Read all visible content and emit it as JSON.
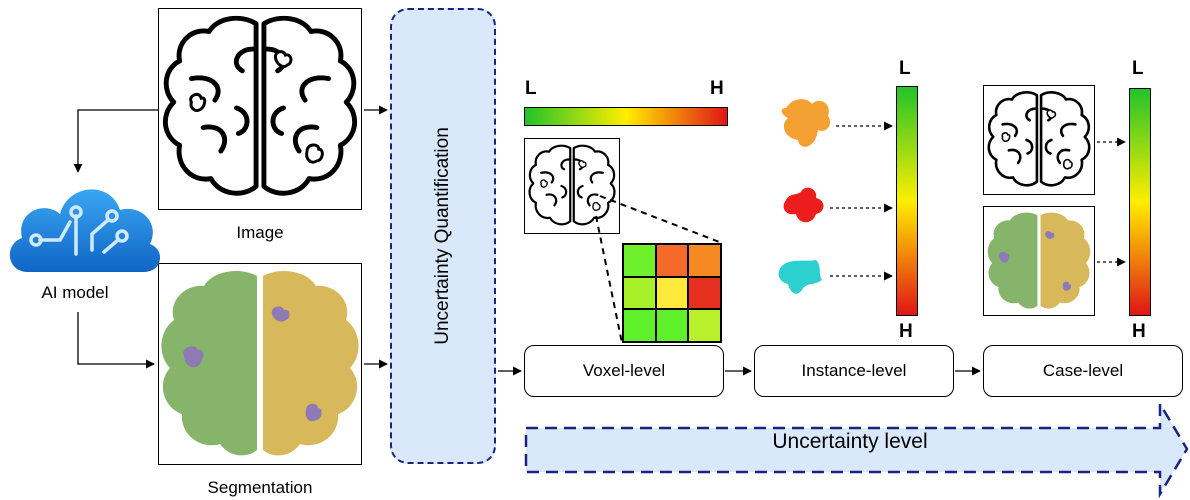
{
  "labels": {
    "image": "Image",
    "segmentation": "Segmentation",
    "ai_model": "AI model",
    "uq": "Uncertainty Quantification",
    "uncertainty_level": "Uncertainty level"
  },
  "stages": [
    "Voxel-level",
    "Instance-level",
    "Case-level"
  ],
  "scale": {
    "low": "L",
    "high": "H"
  },
  "voxel_grid_colors": [
    [
      "#6ef02a",
      "#f46a28",
      "#f58a22"
    ],
    [
      "#a8f02a",
      "#ffe93a",
      "#e63020"
    ],
    [
      "#5ef02a",
      "#5ef02a",
      "#b8f02a"
    ]
  ],
  "colors": {
    "uq_fill": "#dae8fc",
    "uq_border": "#1a237e",
    "left_hemisphere": "#86b46a",
    "right_hemisphere": "#d7b85a",
    "lesion": "#8e7ab4",
    "instance_orange": "#f5a033",
    "instance_red": "#ee1d1d",
    "instance_cyan": "#2bd0cf"
  }
}
